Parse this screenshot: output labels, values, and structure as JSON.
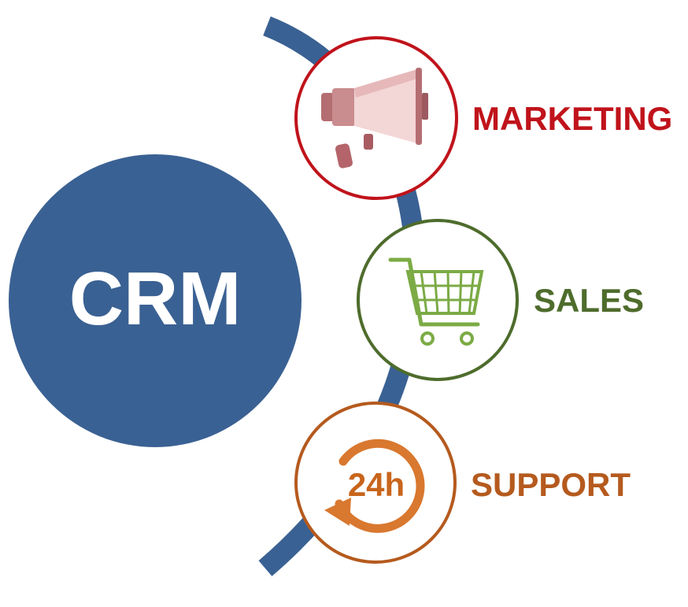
{
  "center": {
    "label": "CRM",
    "fill": "#3a6193",
    "text_color": "#ffffff"
  },
  "arc": {
    "color": "#3a6193"
  },
  "nodes": [
    {
      "id": "marketing",
      "label": "MARKETING",
      "icon": "megaphone-icon",
      "color": "#c0131b"
    },
    {
      "id": "sales",
      "label": "SALES",
      "icon": "shopping-cart-icon",
      "color": "#4e6c2c"
    },
    {
      "id": "support",
      "label": "SUPPORT",
      "icon": "24h-support-icon",
      "icon_text": "24h",
      "color": "#b55a1e"
    }
  ]
}
